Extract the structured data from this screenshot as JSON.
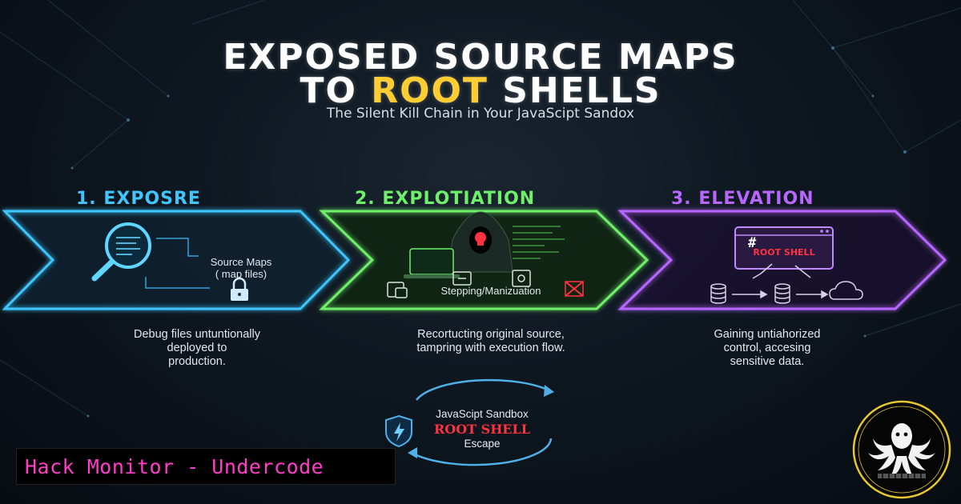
{
  "title": {
    "line1": "EXPOSED SOURCE MAPS",
    "line2_prefix": "TO ",
    "line2_accent": "ROOT",
    "line2_suffix": " SHELLS",
    "subtitle": "The Silent Kill Chain in Your JavaScipt Sandox"
  },
  "stages": [
    {
      "title": "1. EXPOSRE",
      "label_line1": "Source Maps",
      "label_line2": "( map files)",
      "desc_lines": [
        "Debug files untuntionally",
        "deployed to",
        "production."
      ]
    },
    {
      "title": "2. EXPLOTIATION",
      "label": "Stepping/Manizuation",
      "desc_lines": [
        "Recortucting original source,",
        "tampring with execution flow."
      ]
    },
    {
      "title": "3. ELEVATION",
      "screen_symbol": "#",
      "screen_label": "ROOT SHELL",
      "desc_lines": [
        "Gaining untiahorized",
        "control, accesing",
        "sensitive data."
      ]
    }
  ],
  "cycle": {
    "line1": "JavaScipt Sandbox",
    "line2": "ROOT SHELL",
    "line3": "Escape"
  },
  "brand": "Hack Monitor - Undercode",
  "colors": {
    "stage1": "#3fc6ff",
    "stage2": "#6ff06a",
    "stage3": "#b766ff",
    "accent": "#ffcc33",
    "alert": "#ff3340",
    "brand": "#ff3ec8"
  },
  "icons": [
    "magnifier-icon",
    "lock-icon",
    "hacker-icon",
    "laptop-icon",
    "terminal-window-icon",
    "database-icon",
    "chain-icon",
    "cloud-icon",
    "shield-icon",
    "cycle-arrows-icon",
    "octopus-logo"
  ]
}
